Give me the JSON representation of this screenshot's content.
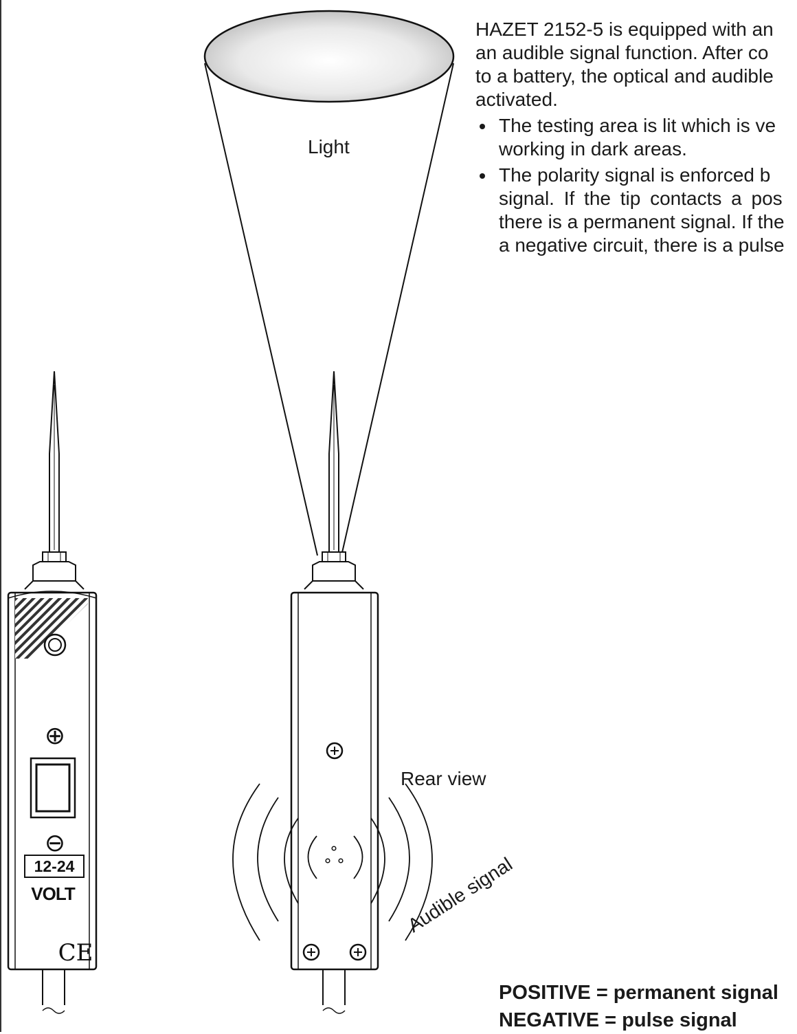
{
  "description": {
    "intro": "HAZET 2152-5 is equipped with an\nan audible signal function. After co\nto a battery, the optical and audible\nactivated.",
    "intro_lines": [
      "HAZET 2152-5 is equipped with an",
      "an audible signal function. After co",
      "to a battery, the optical and audible",
      "activated."
    ],
    "bullets": [
      {
        "lines": [
          "The testing area is lit which is ve",
          "working in dark areas."
        ]
      },
      {
        "lines": [
          "The polarity signal is enforced b",
          "signal.  If  the  tip  contacts  a  pos",
          "there is a permanent signal. If the",
          "a negative circuit, there is a pulse"
        ]
      }
    ]
  },
  "labels": {
    "light": "Light",
    "rear_view": "Rear view",
    "audible_signal": "Audible signal"
  },
  "tester_front": {
    "plus_symbol": "⊕",
    "minus_symbol": "⊖",
    "voltage_range": "12-24",
    "voltage_unit": "VOLT",
    "ce_mark": "CE"
  },
  "legend": {
    "positive": "POSITIVE = permanent signal",
    "negative": "NEGATIVE = pulse signal"
  }
}
